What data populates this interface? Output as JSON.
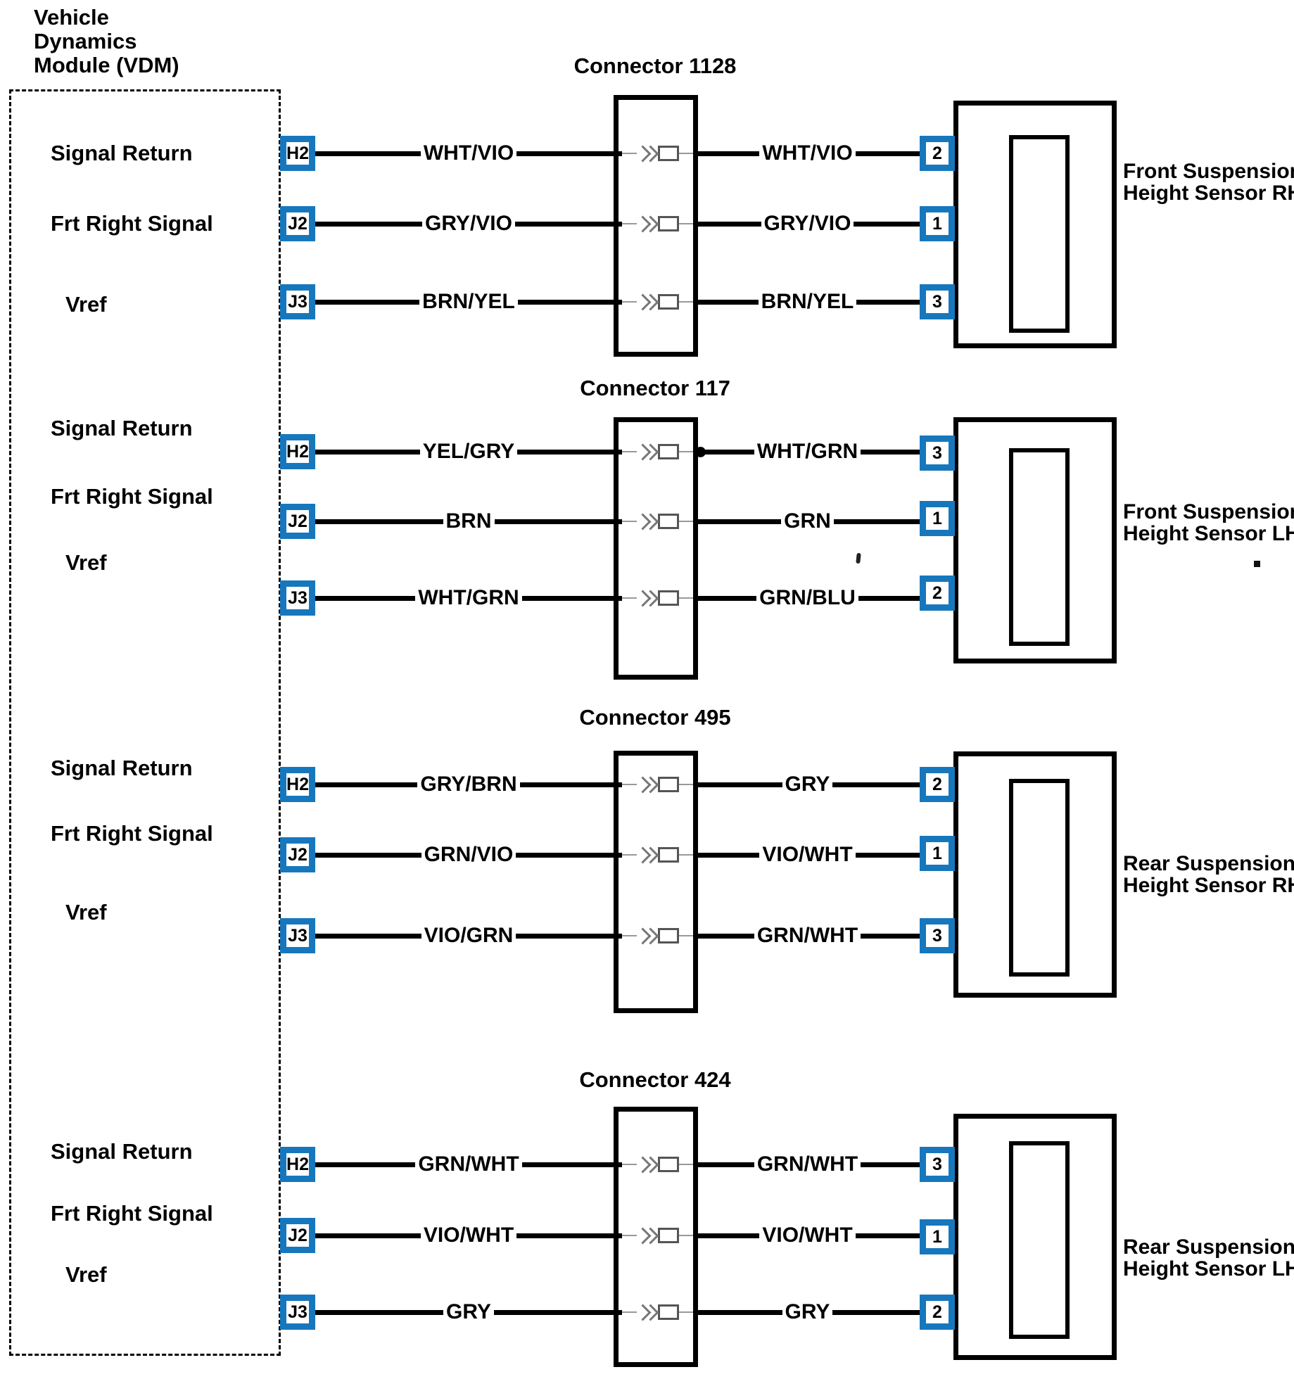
{
  "colors": {
    "pin_box_border": "#1777bd",
    "wire": "#000000"
  },
  "module": {
    "title_lines": [
      "Vehicle",
      "Dynamics",
      "Module (VDM)"
    ]
  },
  "groups": [
    {
      "connector_title": "Connector 1128",
      "sensor_label_lines": [
        "Front Suspension",
        "Height Sensor RH"
      ],
      "rows": [
        {
          "signal": "Signal Return",
          "module_pin": "H2",
          "wire_left": "WHT/VIO",
          "wire_right": "WHT/VIO",
          "sensor_pin": "2"
        },
        {
          "signal": "Frt Right Signal",
          "module_pin": "J2",
          "wire_left": "GRY/VIO",
          "wire_right": "GRY/VIO",
          "sensor_pin": "1"
        },
        {
          "signal": "Vref",
          "module_pin": "J3",
          "wire_left": "BRN/YEL",
          "wire_right": "BRN/YEL",
          "sensor_pin": "3"
        }
      ]
    },
    {
      "connector_title": "Connector 117",
      "sensor_label_lines": [
        "Front Suspension",
        "Height Sensor LH"
      ],
      "rows": [
        {
          "signal": "Signal Return",
          "module_pin": "H2",
          "wire_left": "YEL/GRY",
          "wire_right": "WHT/GRN",
          "sensor_pin": "3"
        },
        {
          "signal": "Frt Right Signal",
          "module_pin": "J2",
          "wire_left": "BRN",
          "wire_right": "GRN",
          "sensor_pin": "1"
        },
        {
          "signal": "Vref",
          "module_pin": "J3",
          "wire_left": "WHT/GRN",
          "wire_right": "GRN/BLU",
          "sensor_pin": "2"
        }
      ]
    },
    {
      "connector_title": "Connector 495",
      "sensor_label_lines": [
        "Rear Suspension",
        "Height Sensor RH"
      ],
      "rows": [
        {
          "signal": "Signal Return",
          "module_pin": "H2",
          "wire_left": "GRY/BRN",
          "wire_right": "GRY",
          "sensor_pin": "2"
        },
        {
          "signal": "Frt Right Signal",
          "module_pin": "J2",
          "wire_left": "GRN/VIO",
          "wire_right": "VIO/WHT",
          "sensor_pin": "1"
        },
        {
          "signal": "Vref",
          "module_pin": "J3",
          "wire_left": "VIO/GRN",
          "wire_right": "GRN/WHT",
          "sensor_pin": "3"
        }
      ]
    },
    {
      "connector_title": "Connector 424",
      "sensor_label_lines": [
        "Rear Suspension",
        "Height Sensor LH"
      ],
      "rows": [
        {
          "signal": "Signal Return",
          "module_pin": "H2",
          "wire_left": "GRN/WHT",
          "wire_right": "GRN/WHT",
          "sensor_pin": "3"
        },
        {
          "signal": "Frt Right Signal",
          "module_pin": "J2",
          "wire_left": "VIO/WHT",
          "wire_right": "VIO/WHT",
          "sensor_pin": "1"
        },
        {
          "signal": "Vref",
          "module_pin": "J3",
          "wire_left": "GRY",
          "wire_right": "GRY",
          "sensor_pin": "2"
        }
      ]
    }
  ]
}
